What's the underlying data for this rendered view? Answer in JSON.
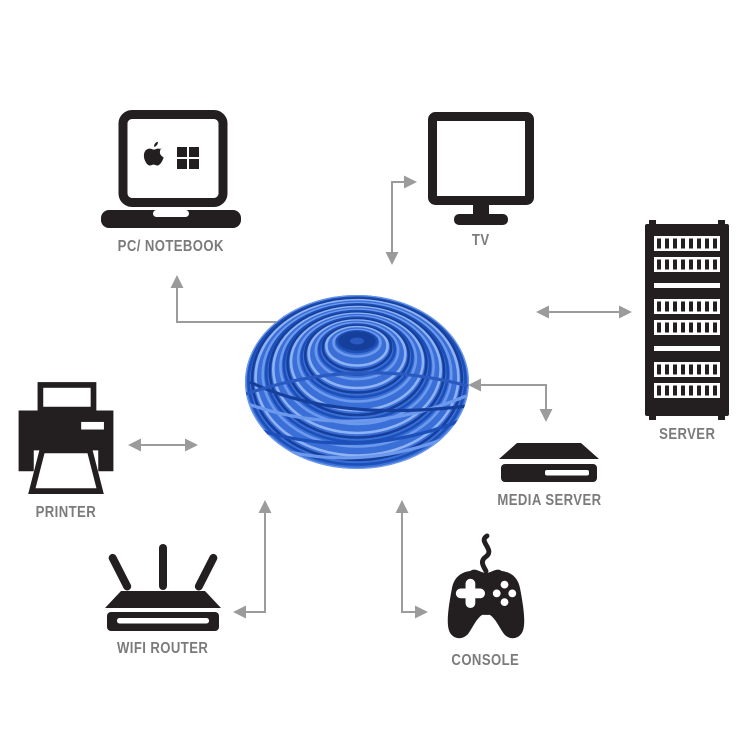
{
  "diagram": {
    "type": "hub-and-spoke",
    "center": {
      "id": "cable-coil",
      "name": "blue ethernet cable coil"
    },
    "nodes": [
      {
        "id": "pc-notebook",
        "label": "PC/ NOTEBOOK",
        "icon": "laptop-icon"
      },
      {
        "id": "tv",
        "label": "TV",
        "icon": "tv-icon"
      },
      {
        "id": "server",
        "label": "SERVER",
        "icon": "server-rack-icon"
      },
      {
        "id": "media-server",
        "label": "MEDIA SERVER",
        "icon": "media-server-icon"
      },
      {
        "id": "console",
        "label": "CONSOLE",
        "icon": "gamepad-icon"
      },
      {
        "id": "wifi-router",
        "label": "WIFI ROUTER",
        "icon": "wifi-router-icon"
      },
      {
        "id": "printer",
        "label": "PRINTER",
        "icon": "printer-icon"
      }
    ],
    "connections": [
      {
        "from": "cable-coil",
        "to": "pc-notebook",
        "bidirectional": true
      },
      {
        "from": "cable-coil",
        "to": "tv",
        "bidirectional": true
      },
      {
        "from": "cable-coil",
        "to": "server",
        "bidirectional": true
      },
      {
        "from": "cable-coil",
        "to": "media-server",
        "bidirectional": true
      },
      {
        "from": "cable-coil",
        "to": "console",
        "bidirectional": true
      },
      {
        "from": "cable-coil",
        "to": "wifi-router",
        "bidirectional": true
      },
      {
        "from": "cable-coil",
        "to": "printer",
        "bidirectional": true
      }
    ],
    "colors": {
      "icon": "#231f20",
      "label": "#7b7b7b",
      "arrow": "#9b9b9b",
      "coil_base": "#3a6fd8",
      "coil_dark": "#1c4fb8",
      "coil_darker": "#163f9c",
      "coil_light": "#6d99ec",
      "coil_lighter": "#8fb2f2",
      "coil_glint": "#2a59c0"
    }
  }
}
